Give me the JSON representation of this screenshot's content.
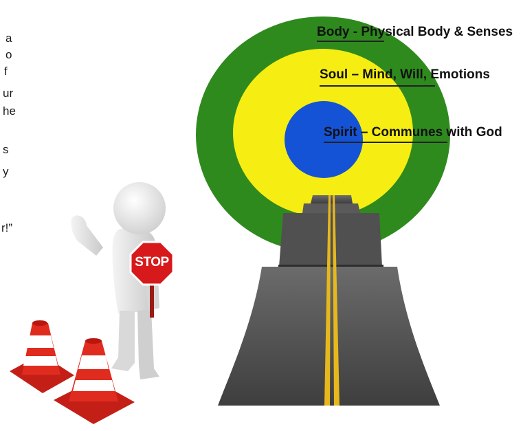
{
  "left_text_fragments": [
    "a",
    "o",
    "f",
    "ur",
    "he",
    "s",
    "y",
    "r!”"
  ],
  "diagram": {
    "rings": [
      {
        "label": "Body - Physical Body  & Senses",
        "color": "#2f8a1e"
      },
      {
        "label": "Soul – Mind, Will, Emotions",
        "color": "#f6ee12"
      },
      {
        "label": "Spirit – Communes with God",
        "color": "#1553d6"
      }
    ]
  },
  "stop_sign_text": "STOP",
  "colors": {
    "road": "#4a4a4a",
    "road_line": "#e6b81e",
    "cone": "#d8251c",
    "stop_sign": "#d7191b"
  }
}
